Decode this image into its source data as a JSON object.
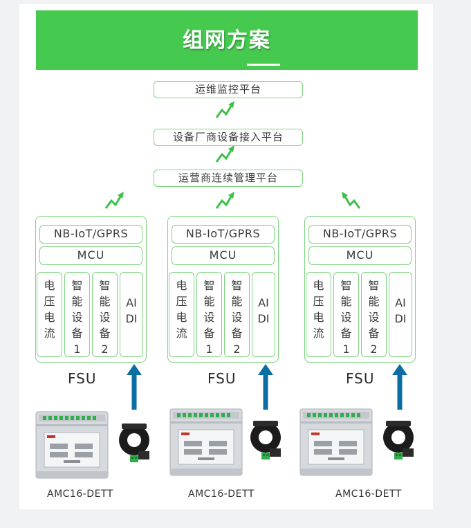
{
  "title": "组网方案",
  "platforms": [
    "运维监控平台",
    "设备厂商设备接入平台",
    "运营商连续管理平台"
  ],
  "fsu_units": [
    {
      "comm": "NB-IoT/GPRS",
      "mcu": "MCU",
      "columns": [
        [
          "电",
          "压",
          "电",
          "流"
        ],
        [
          "智",
          "能",
          "设",
          "备",
          "1"
        ],
        [
          "智",
          "能",
          "设",
          "备",
          "2"
        ],
        [
          "AI",
          "DI"
        ]
      ],
      "label": "FSU",
      "device_model": "AMC16-DETT"
    },
    {
      "comm": "NB-IoT/GPRS",
      "mcu": "MCU",
      "columns": [
        [
          "电",
          "压",
          "电",
          "流"
        ],
        [
          "智",
          "能",
          "设",
          "备",
          "1"
        ],
        [
          "智",
          "能",
          "设",
          "备",
          "2"
        ],
        [
          "AI",
          "DI"
        ]
      ],
      "label": "FSU",
      "device_model": "AMC16-DETT"
    },
    {
      "comm": "NB-IoT/GPRS",
      "mcu": "MCU",
      "columns": [
        [
          "电",
          "压",
          "电",
          "流"
        ],
        [
          "智",
          "能",
          "设",
          "备",
          "1"
        ],
        [
          "智",
          "能",
          "设",
          "备",
          "2"
        ],
        [
          "AI",
          "DI"
        ]
      ],
      "label": "FSU",
      "device_model": "AMC16-DETT"
    }
  ],
  "colors": {
    "banner": "#45c94e",
    "box_border": "#7fd37f",
    "wireless": "#3cc04a",
    "arrow": "#0a6ea4"
  },
  "icons": [
    "wireless-signal-icon",
    "up-arrow-icon",
    "meter-device-icon",
    "current-sensor-icon"
  ]
}
